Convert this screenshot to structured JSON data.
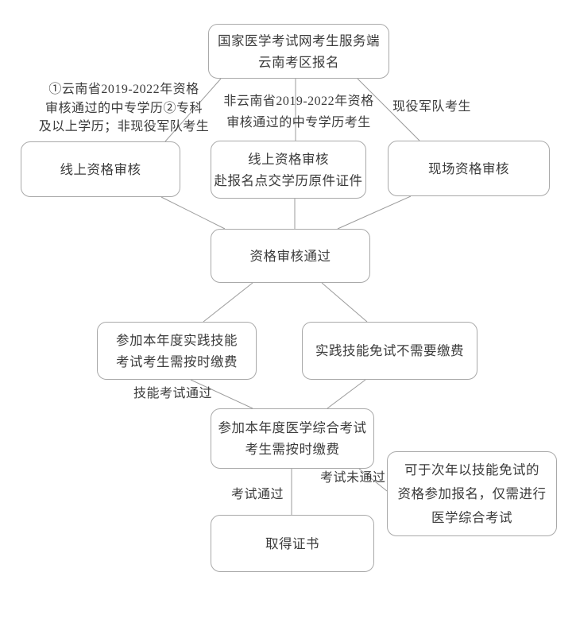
{
  "colors": {
    "background": "#ffffff",
    "box_border": "#a9a9a9",
    "connector": "#9b9b9b",
    "text": "#3b3b3b"
  },
  "nodes": {
    "start": {
      "lines": [
        "国家医学考试网考生服务端",
        "云南考区报名"
      ]
    },
    "online_review": {
      "lines": [
        "线上资格审核"
      ]
    },
    "online_review_submit": {
      "lines": [
        "线上资格审核",
        "赴报名点交学历原件证件"
      ]
    },
    "onsite_review": {
      "lines": [
        "现场资格审核"
      ]
    },
    "review_passed": {
      "lines": [
        "资格审核通过"
      ]
    },
    "skill_exam": {
      "lines": [
        "参加本年度实践技能",
        "考试考生需按时缴费"
      ]
    },
    "skill_exempt": {
      "lines": [
        "实践技能免试不需要缴费"
      ]
    },
    "medical_exam": {
      "lines": [
        "参加本年度医学综合考试",
        "考生需按时缴费"
      ]
    },
    "retry_next_year": {
      "lines": [
        "可于次年以技能免试的",
        "资格参加报名，仅需进行",
        "医学综合考试"
      ]
    },
    "certificate": {
      "lines": [
        "取得证书"
      ]
    }
  },
  "edge_labels": {
    "left_branch": {
      "lines": [
        "①云南省2019-2022年资格",
        "审核通过的中专学历②专科",
        "及以上学历；非现役军队考生"
      ]
    },
    "mid_branch": {
      "lines": [
        "非云南省2019-2022年资格",
        "审核通过的中专学历考生"
      ]
    },
    "right_branch": {
      "lines": [
        "现役军队考生"
      ]
    },
    "skill_pass": {
      "lines": [
        "技能考试通过"
      ]
    },
    "exam_pass": {
      "lines": [
        "考试通过"
      ]
    },
    "exam_fail": {
      "lines": [
        "考试未通过"
      ]
    }
  }
}
